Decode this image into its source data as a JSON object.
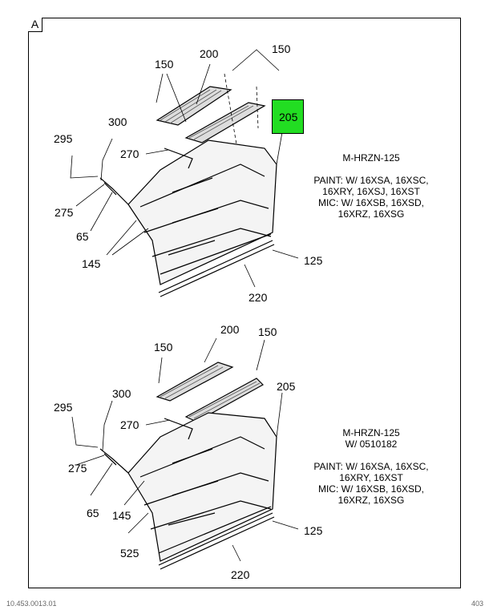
{
  "view_label": "A",
  "top": {
    "callouts": [
      "150",
      "200",
      "150",
      "300",
      "295",
      "270",
      "275",
      "65",
      "145",
      "125",
      "220"
    ],
    "highlight": {
      "label": "205",
      "color": "#22dd22"
    },
    "note_lines": [
      "M-HRZN-125",
      "",
      "PAINT: W/ 16XSA, 16XSC,",
      "16XRY, 16XSJ, 16XST",
      "MIC: W/ 16XSB, 16XSD,",
      "16XRZ, 16XSG"
    ]
  },
  "bottom": {
    "callouts": [
      "200",
      "150",
      "150",
      "205",
      "300",
      "295",
      "270",
      "275",
      "65",
      "145",
      "525",
      "125",
      "220"
    ],
    "note_lines": [
      "M-HRZN-125",
      "W/ 0510182",
      "",
      "PAINT: W/ 16XSA, 16XSC,",
      "16XRY, 16XST",
      "MIC: W/ 16XSB, 16XSD,",
      "16XRZ, 16XSG"
    ]
  },
  "footer": {
    "left": "10.453.0013.01",
    "right": "403"
  }
}
